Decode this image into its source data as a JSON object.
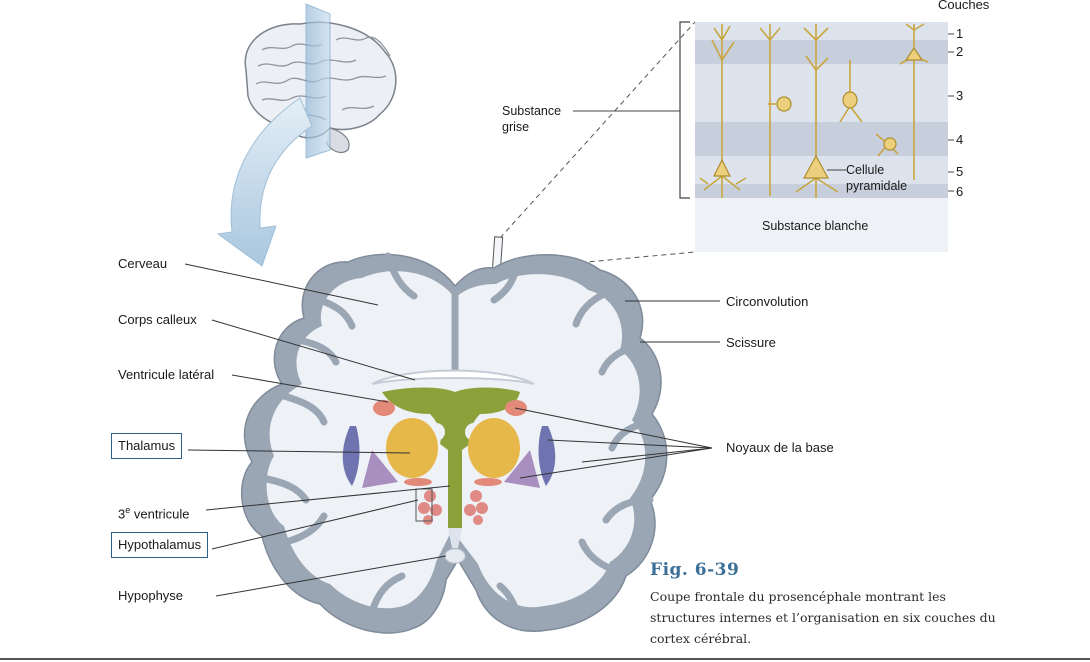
{
  "labels": {
    "couches": "Couches",
    "layers": [
      "1",
      "2",
      "3",
      "4",
      "5",
      "6"
    ],
    "substance_grise": "Substance grise",
    "substance_blanche": "Substance blanche",
    "cellule_pyramidale": "Cellule pyramidale",
    "cerveau": "Cerveau",
    "corps_calleux": "Corps calleux",
    "ventricule_lateral": "Ventricule latéral",
    "thalamus": "Thalamus",
    "troisieme_ventricule_num": "3",
    "troisieme_ventricule_sup": "e",
    "troisieme_ventricule_rest": " ventricule",
    "hypothalamus": "Hypothalamus",
    "hypophyse": "Hypophyse",
    "circonvolution": "Circonvolution",
    "scissure": "Scissure",
    "noyaux_base": "Noyaux de la base"
  },
  "figure": {
    "title": "Fig. 6-39",
    "caption": "Coupe frontale du prosencéphale montrant les structures internes et l’organisation en six couches du cortex cérébral."
  },
  "colors": {
    "cortex_band": "#9aa6b4",
    "white_matter": "#edf1f6",
    "ventricle": "#8ea03a",
    "thalamus": "#e6b84a",
    "caudate": "#e3897a",
    "putamen": "#6f74b0",
    "globus": "#a88fbf",
    "hypothalamus": "#e08a86",
    "neuron": "#e6c46a",
    "arrow": "#b9d3e6",
    "box_border": "#2f5f86",
    "fig_title": "#3a6f98"
  }
}
